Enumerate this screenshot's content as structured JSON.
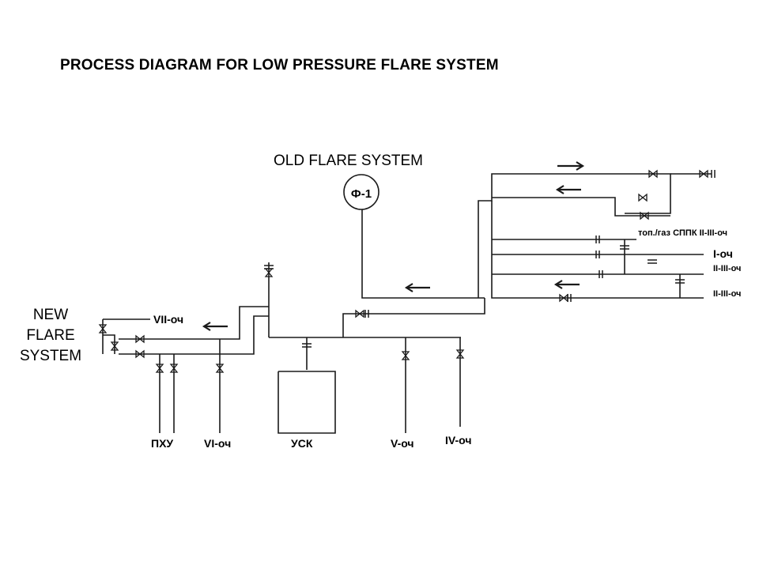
{
  "title": "PROCESS DIAGRAM FOR LOW PRESSURE FLARE SYSTEM",
  "old_system_label": "OLD FLARE SYSTEM",
  "new_system_label": [
    "NEW",
    "FLARE",
    "SYSTEM"
  ],
  "flare_unit_label": "Ф-1",
  "right_lines": [
    {
      "label": "топ./газ СППК II-III-оч"
    },
    {
      "label": "I-оч"
    },
    {
      "label": "II-III-оч"
    },
    {
      "label": "II-III-оч"
    }
  ],
  "left_line_label": "VII-оч",
  "bottom_sources": [
    {
      "label": "ПХУ"
    },
    {
      "label": "VI-оч"
    },
    {
      "label": "УСК"
    },
    {
      "label": "V-оч"
    },
    {
      "label": "IV-оч"
    }
  ],
  "colors": {
    "line": "#1a1a1a",
    "valve_accent": "#2a3b8f"
  }
}
